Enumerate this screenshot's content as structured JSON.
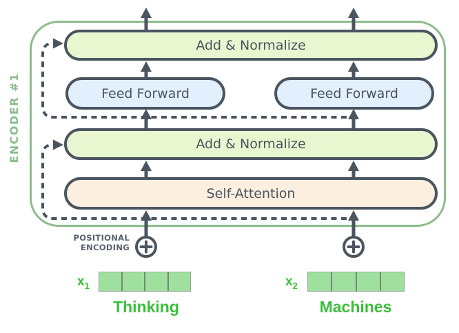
{
  "diagram": {
    "encoder_label": "ENCODER #1",
    "layers": {
      "add_normalize_top": "Add & Normalize",
      "feed_forward_left": "Feed Forward",
      "feed_forward_right": "Feed Forward",
      "add_normalize_bottom": "Add & Normalize",
      "self_attention": "Self-Attention"
    },
    "positional_encoding": {
      "line1": "POSITIONAL",
      "line2": "ENCODING"
    },
    "inputs": [
      {
        "label_base": "x",
        "label_sub": "1",
        "word": "Thinking",
        "cells": 4
      },
      {
        "label_base": "x",
        "label_sub": "2",
        "word": "Machines",
        "cells": 4
      }
    ],
    "colors": {
      "encoder_border": "#8CBC8C",
      "box_border": "#4A5560",
      "arrow": "#4A5560",
      "add_normalize_fill": "#E8F7CF",
      "feed_forward_fill": "#E2EFFC",
      "self_attention_fill": "#FCEFE0",
      "vector_cell_fill": "#9FE09F",
      "vector_cell_divider": "#6E8B6E",
      "word_green": "#3ABF3A"
    }
  }
}
